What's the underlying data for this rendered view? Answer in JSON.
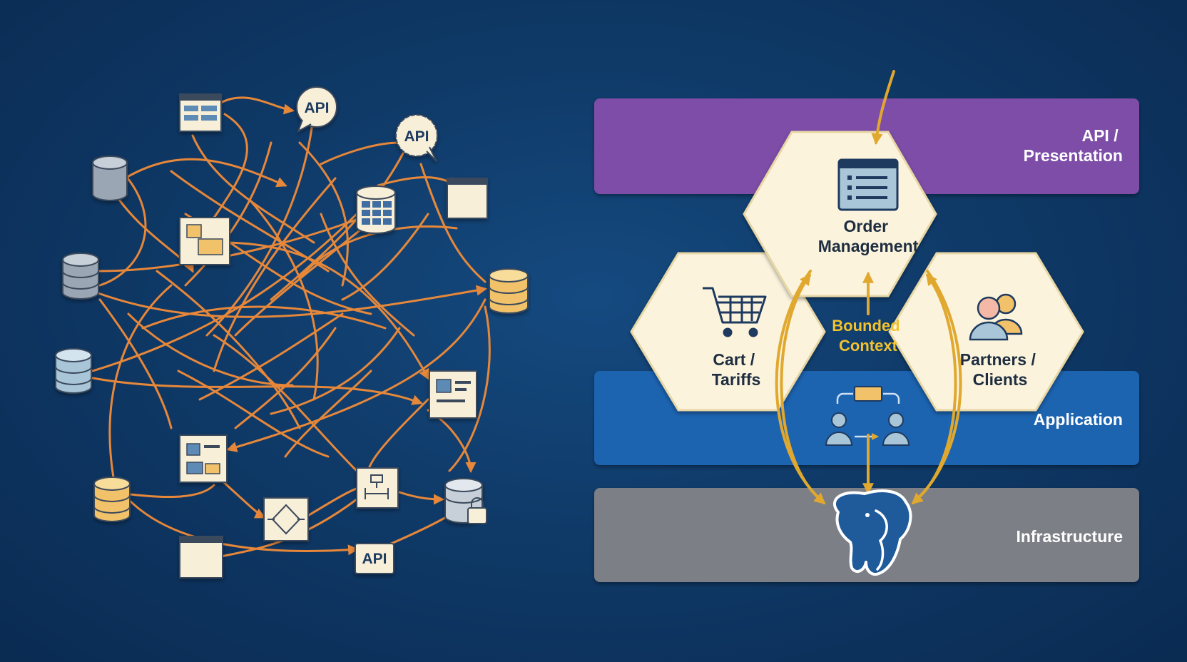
{
  "left": {
    "api_labels": [
      "API",
      "API",
      "API"
    ]
  },
  "right": {
    "layers": [
      {
        "label_lines": [
          "API /",
          "Presentation"
        ],
        "color": "#7d4ea8"
      },
      {
        "label_lines": [
          "Application"
        ],
        "color": "#1f63b0"
      },
      {
        "label_lines": [
          "Infrastructure"
        ],
        "color": "#7b7f86"
      }
    ],
    "hexes": {
      "order": {
        "lines": [
          "Order",
          "Management"
        ]
      },
      "cart": {
        "lines": [
          "Cart /",
          "Tariffs"
        ]
      },
      "partners": {
        "lines": [
          "Partners /",
          "Clients"
        ]
      }
    },
    "bounded_context": {
      "lines": [
        "Bounded",
        "Context"
      ],
      "color": "#f2c22e"
    }
  },
  "colors": {
    "spaghetti": "#f28c38",
    "arrow_gold": "#e0a82e",
    "hex_fill": "#fbf3dc",
    "hex_stroke": "#e8d7a6"
  }
}
